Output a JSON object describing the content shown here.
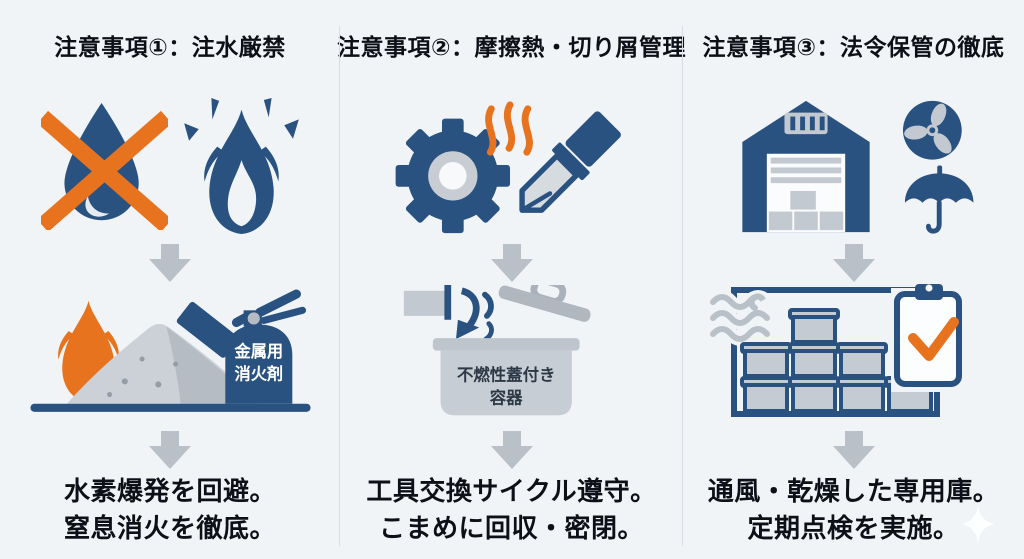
{
  "page": {
    "background": "#f1f4f7"
  },
  "colors": {
    "navy": "#2a5280",
    "orange": "#e8731f",
    "arrow_gray": "#b9c0c8",
    "icon_gray": "#c4cad2",
    "dark_gray": "#b0b7bf",
    "text": "#0d1117"
  },
  "columns": [
    {
      "id": "no-water",
      "title": "注意事項①：注水厳禁",
      "caption_line1": "水素爆発を回避。",
      "caption_line2": "窒息消火を徹底。",
      "extinguisher_label_line1": "金属用",
      "extinguisher_label_line2": "消火剤"
    },
    {
      "id": "friction-heat-chip-management",
      "title": "注意事項②：摩擦熱・切り屑管理",
      "caption_line1": "工具交換サイクル遵守。",
      "caption_line2": "こまめに回収・密閉。",
      "container_label_line1": "不燃性蓋付き",
      "container_label_line2": "容器"
    },
    {
      "id": "legal-storage",
      "title": "注意事項③：法令保管の徹底",
      "caption_line1": "通風・乾燥した専用庫。",
      "caption_line2": "定期点検を実施。"
    }
  ]
}
